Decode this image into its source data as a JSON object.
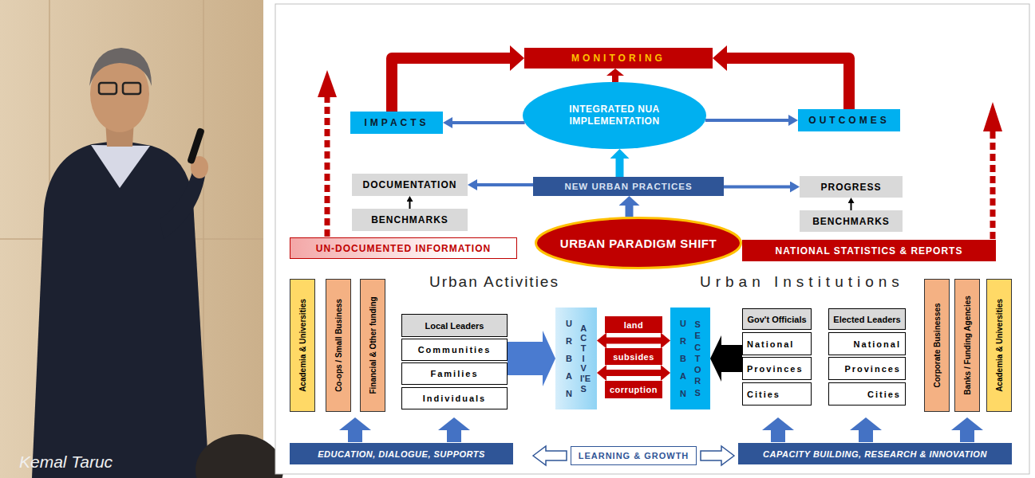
{
  "diagram": {
    "nodes": [
      {
        "text": [
          "MONITORING"
        ]
      },
      {
        "text": [
          "IMPACTS"
        ]
      },
      {
        "text": [
          "INTEGRATED NUA IMPLEMENTATION"
        ]
      },
      {
        "text": [
          "OUTCOMES"
        ]
      },
      {
        "text": [
          "DOCUMENTATION"
        ]
      },
      {
        "text": [
          "NEW URBAN PRACTICES"
        ]
      },
      {
        "text": [
          "PROGRESS"
        ]
      },
      {
        "text": [
          "BENCHMARKS"
        ]
      },
      {
        "text": [
          "BENCHMARKS"
        ]
      },
      {
        "text": [
          "UN-DOCUMENTED INFORMATION"
        ]
      },
      {
        "text": [
          "URBAN PARADIGM SHIFT"
        ]
      },
      {
        "text": [
          "NATIONAL STATISTICS & REPORTS"
        ]
      },
      {
        "text": [
          "Academia & Universities"
        ]
      },
      {
        "text": [
          "Co-ops / Small Business"
        ]
      },
      {
        "text": [
          "Financial & Other funding"
        ]
      },
      {
        "text": [
          "Local Leaders"
        ]
      },
      {
        "text": [
          "Communities"
        ]
      },
      {
        "text": [
          "Families"
        ]
      },
      {
        "text": [
          "Individuals"
        ]
      },
      {
        "text": [
          "URBAN",
          "ACTIVI'ES"
        ]
      },
      {
        "text": [
          "land"
        ]
      },
      {
        "text": [
          "subsides"
        ]
      },
      {
        "text": [
          "corruption"
        ]
      },
      {
        "text": [
          "URBAN",
          "SECTORS"
        ]
      },
      {
        "text": [
          "Gov't Officials"
        ]
      },
      {
        "text": [
          "National"
        ]
      },
      {
        "text": [
          "Provinces"
        ]
      },
      {
        "text": [
          "Cities"
        ]
      },
      {
        "text": [
          "Elected Leaders"
        ]
      },
      {
        "text": [
          "National"
        ]
      },
      {
        "text": [
          "Provinces"
        ]
      },
      {
        "text": [
          "Cities"
        ]
      },
      {
        "text": [
          "Corporate Businesses"
        ]
      },
      {
        "text": [
          "Banks / Funding Agencies"
        ]
      },
      {
        "text": [
          "Academia & Universities"
        ]
      },
      {
        "text": [
          "EDUCATION, DIALOGUE, SUPPORTS"
        ]
      },
      {
        "text": [
          "LEARNING & GROWTH"
        ]
      },
      {
        "text": [
          "CAPACITY BUILDING, RESEARCH & INNOVATION"
        ]
      }
    ],
    "edges": [
      {
        "from": 1,
        "to": 0,
        "arrow": "to"
      },
      {
        "from": 3,
        "to": 0,
        "arrow": "to"
      },
      {
        "from": 2,
        "to": 0,
        "arrow": "to"
      },
      {
        "from": 2,
        "to": 1,
        "arrow": "to"
      },
      {
        "from": 2,
        "to": 3,
        "arrow": "to"
      },
      {
        "from": 5,
        "to": 2,
        "arrow": "to"
      },
      {
        "from": 5,
        "to": 4,
        "arrow": "to"
      },
      {
        "from": 5,
        "to": 6,
        "arrow": "to"
      },
      {
        "from": 7,
        "to": 4,
        "arrow": "to"
      },
      {
        "from": 8,
        "to": 6,
        "arrow": "to"
      },
      {
        "from": 10,
        "to": 5,
        "arrow": "to"
      },
      {
        "from": 16,
        "to": 19,
        "arrow": "to"
      },
      {
        "from": 19,
        "to": 23,
        "arrow": "both"
      },
      {
        "from": 19,
        "to": 23,
        "arrow": "both"
      },
      {
        "from": 26,
        "to": 23,
        "arrow": "to"
      }
    ],
    "labels": [
      "Urban Activities",
      "Urban Institutions",
      "Kemal Taruc"
    ]
  }
}
